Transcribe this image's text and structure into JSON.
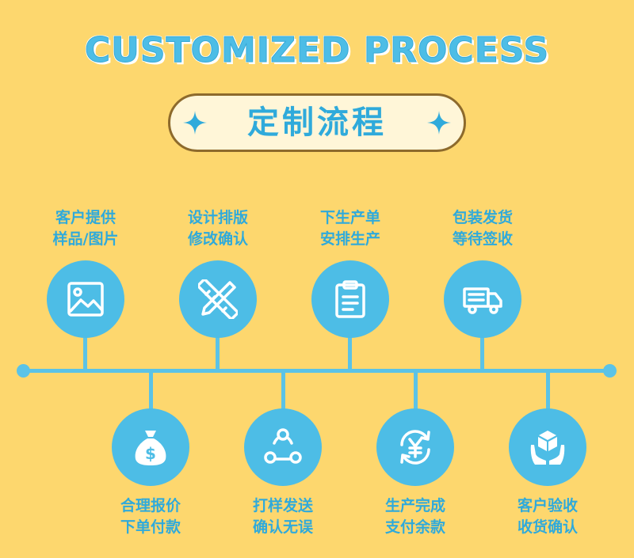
{
  "header": {
    "title_en": "CUSTOMIZED PROCESS",
    "title_cn": "定制流程"
  },
  "steps_top": [
    {
      "line1": "客户提供",
      "line2": "样品/图片",
      "icon": "image-icon"
    },
    {
      "line1": "设计排版",
      "line2": "修改确认",
      "icon": "design-tools-icon"
    },
    {
      "line1": "下生产单",
      "line2": "安排生产",
      "icon": "clipboard-icon"
    },
    {
      "line1": "包装发货",
      "line2": "等待签收",
      "icon": "truck-icon"
    }
  ],
  "steps_bottom": [
    {
      "line1": "合理报价",
      "line2": "下单付款",
      "icon": "money-bag-icon"
    },
    {
      "line1": "打样发送",
      "line2": "确认无误",
      "icon": "network-icon"
    },
    {
      "line1": "生产完成",
      "line2": "支付余款",
      "icon": "yuan-exchange-icon"
    },
    {
      "line1": "客户验收",
      "line2": "收货确认",
      "icon": "package-hands-icon"
    }
  ],
  "colors": {
    "background": "#FDD76E",
    "accent": "#4DBDE6",
    "text": "#2FAADB",
    "pill_border": "#8D6A2C"
  }
}
